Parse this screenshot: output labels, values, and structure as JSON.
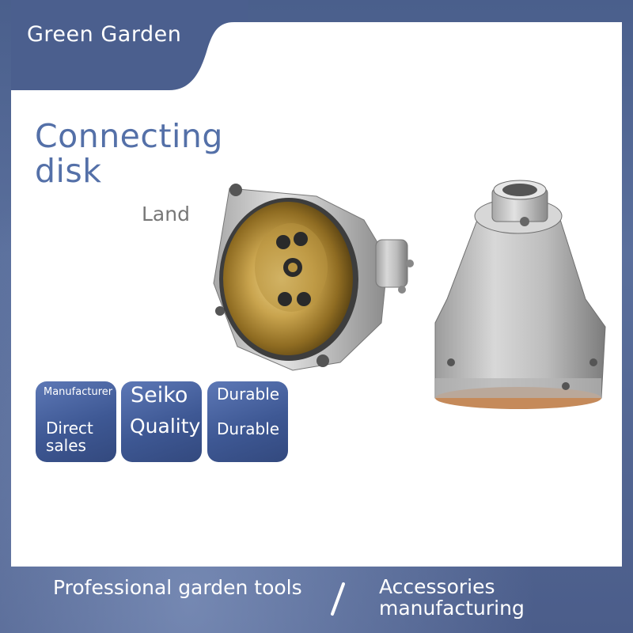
{
  "brand": "Green Garden",
  "title_line1": "Connecting",
  "title_line2": "disk",
  "subtitle": "Land",
  "badges": [
    {
      "top": "Manufacturer",
      "bottom_line1": "Direct",
      "bottom_line2": "sales"
    },
    {
      "top": "Seiko",
      "bottom": "Quality"
    },
    {
      "top": "Durable",
      "bottom": "Durable"
    }
  ],
  "footer": {
    "left": "Professional garden tools",
    "separator": "/",
    "right_line1": "Accessories",
    "right_line2": "manufacturing"
  },
  "colors": {
    "frame": "#4a5f8c",
    "title": "#5470a8",
    "badge": "#3e5894"
  }
}
